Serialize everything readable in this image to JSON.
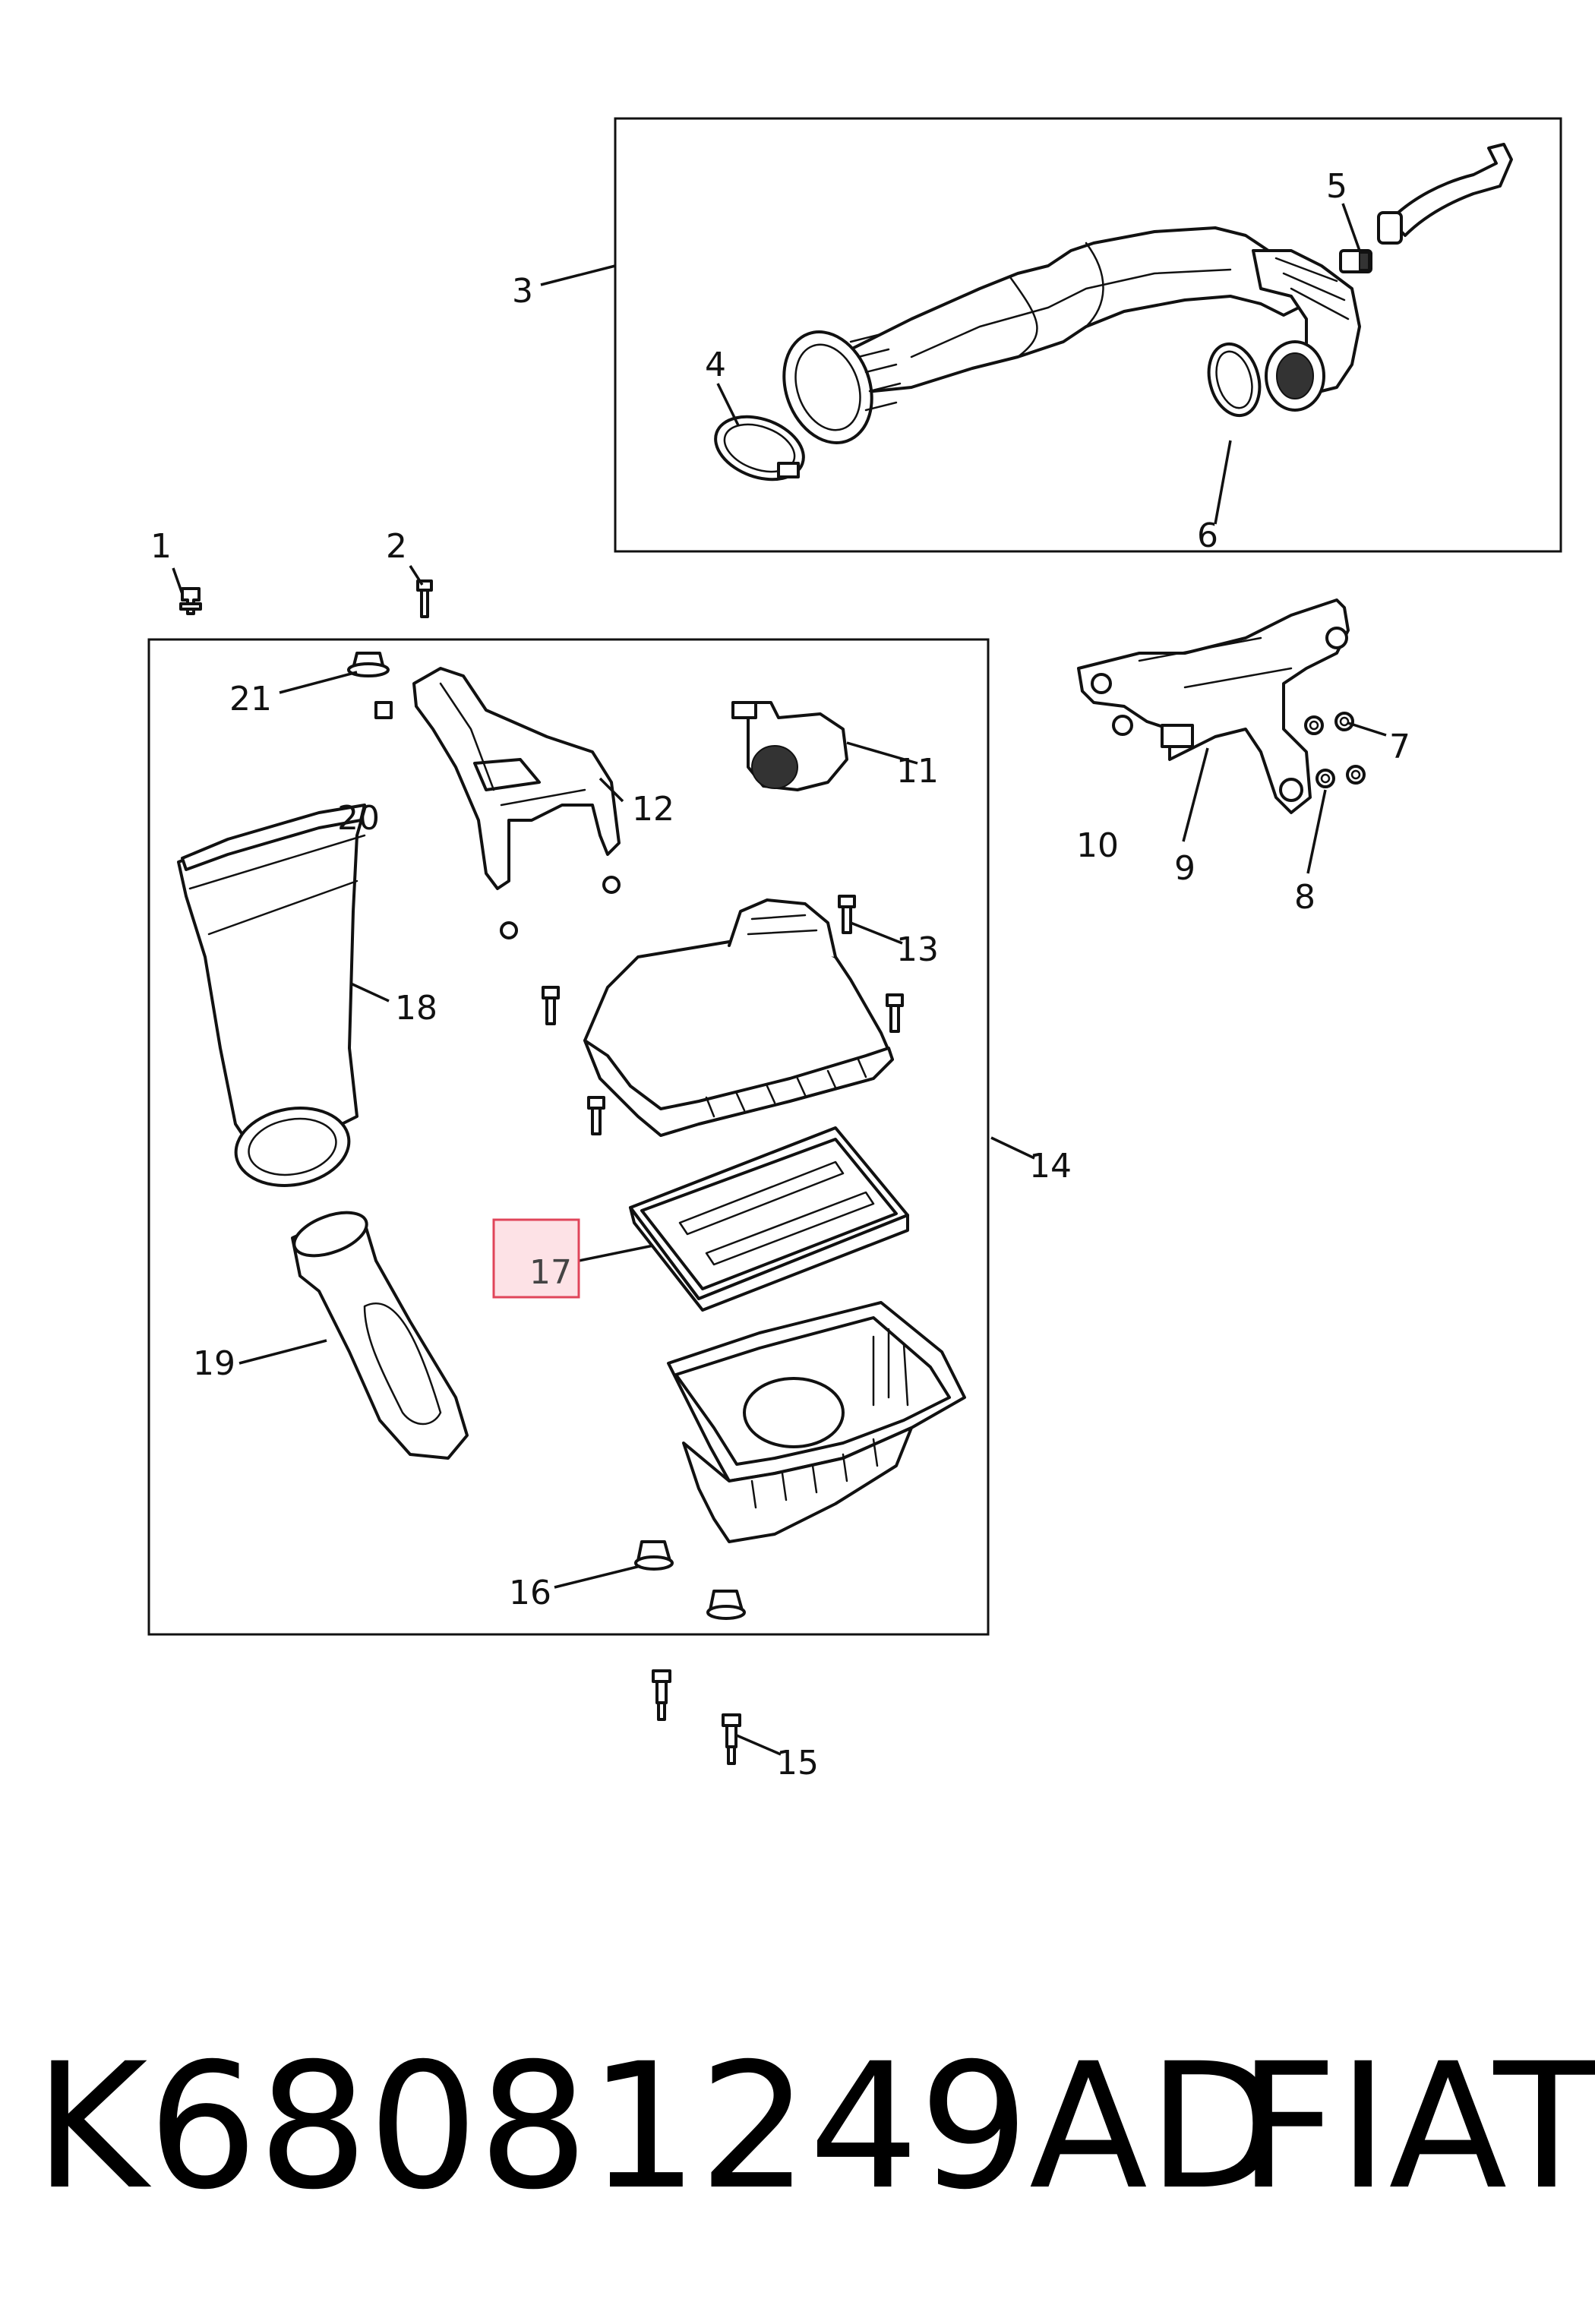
{
  "diagram": {
    "callouts": [
      "1",
      "2",
      "3",
      "4",
      "5",
      "6",
      "7",
      "8",
      "9",
      "10",
      "11",
      "12",
      "13",
      "14",
      "15",
      "16",
      "17",
      "18",
      "19",
      "20",
      "21"
    ],
    "highlighted_callout": "17",
    "highlight_color": "#e0455a",
    "highlight_fill": "#fde2e6"
  },
  "footer": {
    "part_number": "K68081249AD",
    "brand": "FIAT"
  }
}
